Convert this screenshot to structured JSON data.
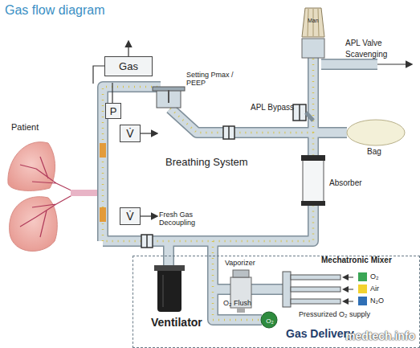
{
  "diagram": {
    "title": "Gas flow diagram",
    "nodes": [
      {
        "text": [
          "Gas"
        ]
      },
      {
        "text": [
          "P"
        ]
      },
      {
        "text": [
          "V̇"
        ]
      },
      {
        "text": [
          "V̇"
        ]
      },
      {
        "text": [
          "Gas Delivery"
        ]
      },
      {
        "text": [
          "O₂",
          "O₂ Flush"
        ],
        "in": 4
      }
    ],
    "labels": [
      "Patient",
      "Setting Pmax / PEEP",
      "APL Valve",
      "Man",
      "Scavenging",
      "APL Bypass",
      "Bag",
      "Breathing System",
      "Absorber",
      "Fresh Gas Decoupling",
      "Ventilator",
      "Vaporizer",
      "Mechatronic Mixer",
      "Pressurized O₂ supply",
      "medtech.info"
    ],
    "legend": [
      {
        "text": "O₂",
        "color": "#3aa655"
      },
      {
        "text": "Air",
        "color": "#f2d22e"
      },
      {
        "text": "N₂O",
        "color": "#2f6fb5"
      }
    ]
  }
}
